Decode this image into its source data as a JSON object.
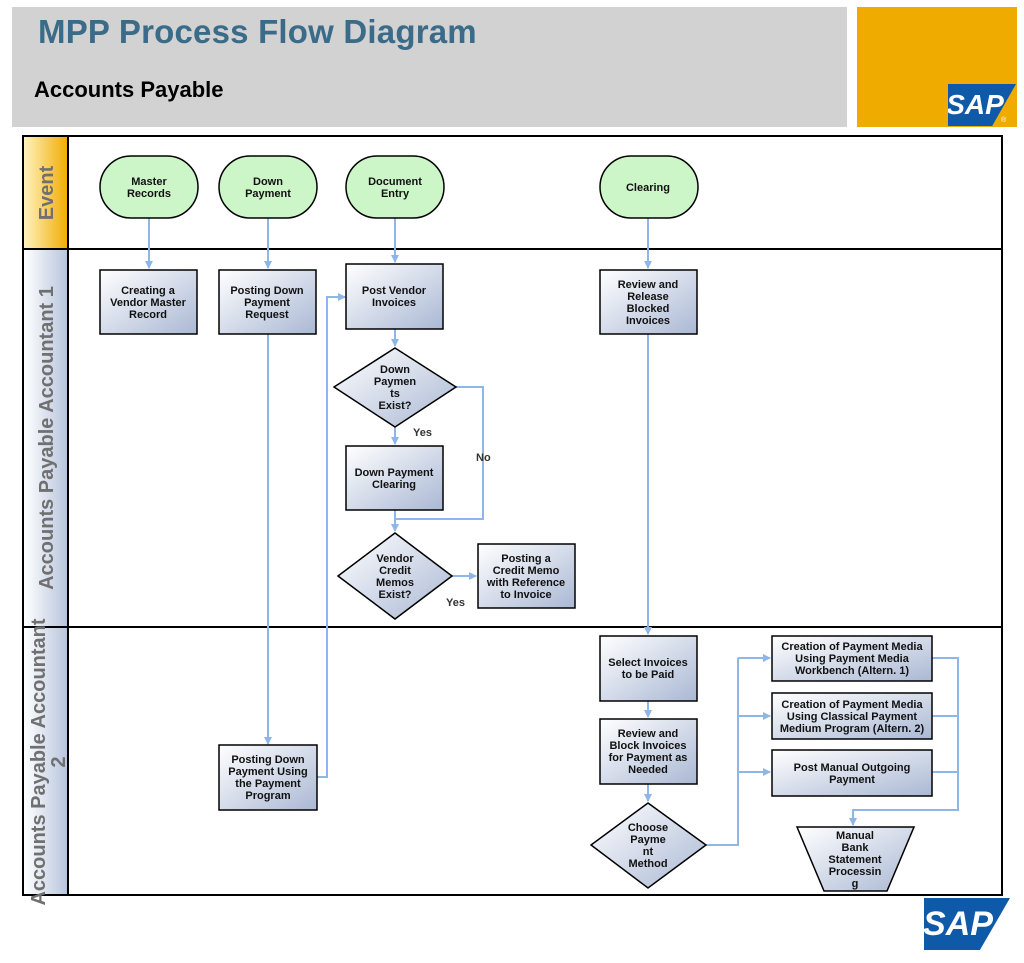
{
  "header": {
    "title": "MPP Process Flow Diagram",
    "subtitle": "Accounts Payable",
    "logo_text": "SAP",
    "logo_reg": "®"
  },
  "colors": {
    "header_bg": "#d2d2d2",
    "title_color": "#3a6b88",
    "brand_orange": "#f0ab00",
    "logo_blue": "#0f5aa8",
    "event_fill": "#ccf5c8",
    "process_fill": "#d5dcea",
    "arrow": "#8fb6e8"
  },
  "lanes": [
    {
      "id": "event",
      "label": "Event"
    },
    {
      "id": "ap1",
      "label": "Accounts Payable Accountant 1"
    },
    {
      "id": "ap2",
      "label": "Accounts Payable Accountant 2"
    }
  ],
  "nodes": [
    {
      "id": "master_records",
      "type": "event",
      "lines": [
        "Master",
        "Records"
      ]
    },
    {
      "id": "down_payment",
      "type": "event",
      "lines": [
        "Down",
        "Payment"
      ]
    },
    {
      "id": "document_entry",
      "type": "event",
      "lines": [
        "Document",
        "Entry"
      ]
    },
    {
      "id": "clearing",
      "type": "event",
      "lines": [
        "Clearing"
      ]
    },
    {
      "id": "creating_vendor_master",
      "type": "process",
      "lines": [
        "Creating a",
        "Vendor Master",
        "Record"
      ]
    },
    {
      "id": "posting_down_payment_request",
      "type": "process",
      "lines": [
        "Posting Down",
        "Payment",
        "Request"
      ]
    },
    {
      "id": "post_vendor_invoices",
      "type": "process",
      "lines": [
        "Post Vendor",
        "Invoices"
      ]
    },
    {
      "id": "review_release_blocked",
      "type": "process",
      "lines": [
        "Review and",
        "Release",
        "Blocked",
        "Invoices"
      ]
    },
    {
      "id": "down_payments_exist",
      "type": "decision",
      "lines": [
        "Down",
        "Paymen",
        "ts",
        "Exist?"
      ]
    },
    {
      "id": "down_payment_clearing",
      "type": "process",
      "lines": [
        "Down Payment",
        "Clearing"
      ]
    },
    {
      "id": "vendor_credit_memos_exist",
      "type": "decision",
      "lines": [
        "Vendor",
        "Credit",
        "Memos",
        "Exist?"
      ]
    },
    {
      "id": "posting_credit_memo",
      "type": "process",
      "lines": [
        "Posting a",
        "Credit Memo",
        "with Reference",
        "to Invoice"
      ]
    },
    {
      "id": "select_invoices",
      "type": "process",
      "lines": [
        "Select Invoices",
        "to be Paid"
      ]
    },
    {
      "id": "review_block_invoices",
      "type": "process",
      "lines": [
        "Review and",
        "Block Invoices",
        "for Payment as",
        "Needed"
      ]
    },
    {
      "id": "choose_payment_method",
      "type": "decision",
      "lines": [
        "Choose",
        "Payme",
        "nt",
        "Method"
      ]
    },
    {
      "id": "creation_payment_media_workbench",
      "type": "process",
      "lines": [
        "Creation of Payment Media",
        "Using Payment Media",
        "Workbench (Altern. 1)"
      ]
    },
    {
      "id": "creation_payment_media_classical",
      "type": "process",
      "lines": [
        "Creation of Payment Media",
        "Using Classical Payment",
        "Medium Program (Altern. 2)"
      ]
    },
    {
      "id": "post_manual_outgoing",
      "type": "process",
      "lines": [
        "Post Manual Outgoing",
        "Payment"
      ]
    },
    {
      "id": "manual_bank_statement",
      "type": "manual",
      "lines": [
        "Manual",
        "Bank",
        "Statement",
        "Processin",
        "g"
      ]
    },
    {
      "id": "posting_down_payment_program",
      "type": "process",
      "lines": [
        "Posting Down",
        "Payment Using",
        "the Payment",
        "Program"
      ]
    }
  ],
  "edge_labels": {
    "yes1": "Yes",
    "no1": "No",
    "yes2": "Yes"
  }
}
